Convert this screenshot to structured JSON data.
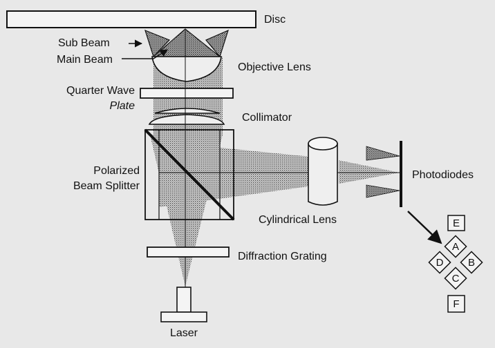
{
  "labels": {
    "disc": "Disc",
    "sub_beam": "Sub Beam",
    "main_beam": "Main Beam",
    "objective_lens": "Objective Lens",
    "quarter_wave_line1": "Quarter Wave",
    "quarter_wave_line2": "Plate",
    "collimator": "Collimator",
    "pbs_line1": "Polarized",
    "pbs_line2": "Beam Splitter",
    "cylindrical_lens": "Cylindrical Lens",
    "photodiodes": "Photodiodes",
    "diffraction_grating": "Diffraction Grating",
    "laser": "Laser"
  },
  "photodiode_segments": {
    "e": "E",
    "a": "A",
    "b": "B",
    "c": "C",
    "d": "D",
    "f": "F"
  }
}
